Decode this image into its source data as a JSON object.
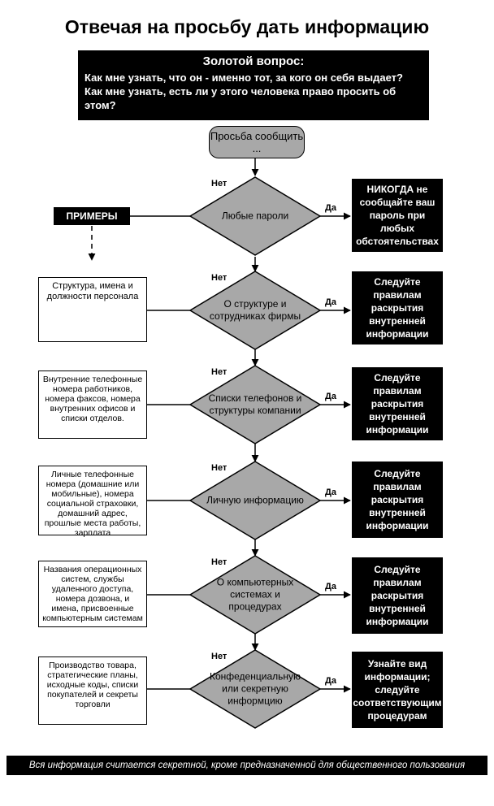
{
  "title": "Отвечая на просьбу дать информацию",
  "golden": {
    "title": "Золотой вопрос:",
    "line1": "Как мне узнать, что он - именно тот, за кого он себя выдает?",
    "line2": "Как мне узнать, есть ли у этого человека право просить об",
    "line3": "этом?"
  },
  "start": "Просьба сообщить ...",
  "examples_label": "ПРИМЕРЫ",
  "yes_label": "Да",
  "no_label": "Нет",
  "decisions": [
    {
      "text": "Любые пароли"
    },
    {
      "text": "О структуре и сотрудниках фирмы"
    },
    {
      "text": "Списки телефонов и структуры компании"
    },
    {
      "text": "Личную информацию"
    },
    {
      "text": "О компьютерных системах и процедурах"
    },
    {
      "text": "Конфеденциальную или секретную информцию"
    }
  ],
  "results": [
    {
      "text": "НИКОГДА не сообщайте ваш пароль при любых обстоятельствах"
    },
    {
      "text": "Следуйте правилам раскрытия внутренней информации"
    },
    {
      "text": "Следуйте правилам раскрытия внутренней информации"
    },
    {
      "text": "Следуйте правилам раскрытия внутренней информации"
    },
    {
      "text": "Следуйте правилам раскрытия внутренней информации"
    },
    {
      "text": "Узнайте вид информации; следуйте соответствующим процедурам"
    }
  ],
  "examples": [
    {
      "text": "Структура, имена и должности персонала"
    },
    {
      "text": "Внутренние телефонные номера работников, номера факсов, номера внутренних офисов и списки отделов."
    },
    {
      "text": "Личные телефонные номера (домашние или мобильные), номера социальной страховки, домашний адрес, прошлые места работы, зарплата"
    },
    {
      "text": "Названия операционных систем, службы удаленного доступа, номера дозвона, и имена, присвоенные компьютерным системам"
    },
    {
      "text": "Производство товара, стратегические планы, исходные коды, списки покупателей и секреты торговли"
    }
  ],
  "footer": "Вся информация считается секретной, кроме предназначенной для общественного пользования"
}
